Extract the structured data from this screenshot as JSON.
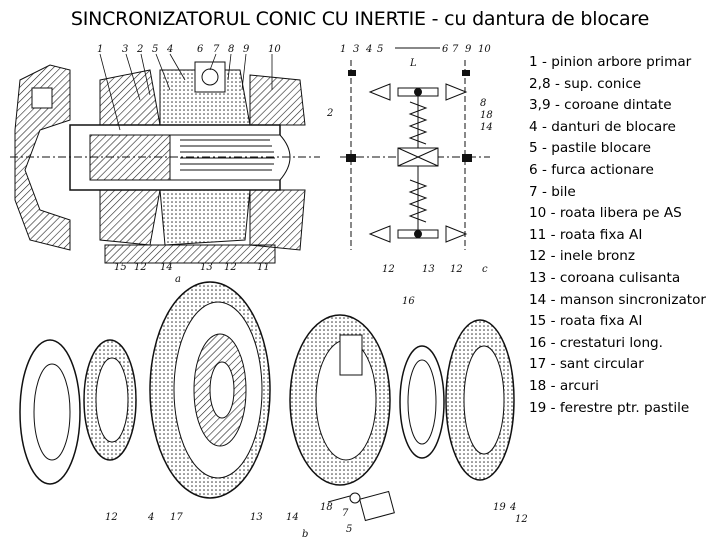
{
  "title": "SINCRONIZATORUL CONIC CU INERTIE - cu dantura de blocare",
  "legend": [
    "1 - pinion arbore primar",
    "2,8 - sup. conice",
    "3,9 - coroane dintate",
    "4 - danturi de blocare",
    "5 - pastile blocare",
    "6 - furca actionare",
    "7 - bile",
    "10 - roata libera pe AS",
    "11 - roata fixa AI",
    "12 - inele bronz",
    "13 - coroana culisanta",
    "14 - manson sincronizator",
    "15 - roata fixa AI",
    "16 - crestaturi long.",
    "17 - sant circular",
    "18 - arcuri",
    "19 - ferestre ptr. pastile"
  ],
  "figure": {
    "section_a": {
      "top_labels": [
        "1",
        "3",
        "2",
        "5",
        "4",
        "6",
        "7",
        "8",
        "9",
        "10"
      ],
      "bottom_labels": [
        "15",
        "12",
        "14",
        "13",
        "12",
        "11"
      ],
      "letter": "a"
    },
    "section_c": {
      "top_labels": [
        "1",
        "3",
        "4",
        "5",
        "6",
        "7",
        "9",
        "10"
      ],
      "side_labels": [
        "2",
        "8",
        "18",
        "14"
      ],
      "bottom_labels": [
        "12",
        "13",
        "12"
      ],
      "dim_label": "L",
      "letter": "c"
    },
    "section_b": {
      "top_labels": [
        "16"
      ],
      "bottom_labels": [
        "12",
        "4",
        "17",
        "13",
        "14",
        "18",
        "7",
        "5",
        "19",
        "4",
        "12"
      ],
      "letter": "b"
    }
  }
}
